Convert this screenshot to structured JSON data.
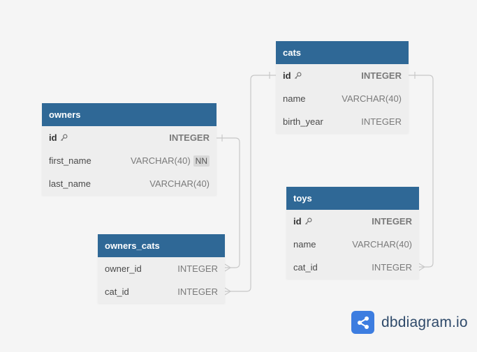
{
  "tables": [
    {
      "name": "cats",
      "fields": [
        {
          "name": "id",
          "type": "INTEGER",
          "pk": true
        },
        {
          "name": "name",
          "type": "VARCHAR(40)"
        },
        {
          "name": "birth_year",
          "type": "INTEGER"
        }
      ]
    },
    {
      "name": "owners",
      "fields": [
        {
          "name": "id",
          "type": "INTEGER",
          "pk": true
        },
        {
          "name": "first_name",
          "type": "VARCHAR(40)",
          "badge": "NN"
        },
        {
          "name": "last_name",
          "type": "VARCHAR(40)"
        }
      ]
    },
    {
      "name": "toys",
      "fields": [
        {
          "name": "id",
          "type": "INTEGER",
          "pk": true
        },
        {
          "name": "name",
          "type": "VARCHAR(40)"
        },
        {
          "name": "cat_id",
          "type": "INTEGER"
        }
      ]
    },
    {
      "name": "owners_cats",
      "fields": [
        {
          "name": "owner_id",
          "type": "INTEGER"
        },
        {
          "name": "cat_id",
          "type": "INTEGER"
        }
      ]
    }
  ],
  "relationships": [
    {
      "from": "owners.id",
      "to": "owners_cats.owner_id"
    },
    {
      "from": "cats.id",
      "to": "owners_cats.cat_id"
    },
    {
      "from": "cats.id",
      "to": "toys.cat_id"
    }
  ],
  "colors": {
    "header": "#2f6896",
    "body": "#eeeeee",
    "background": "#f5f5f5",
    "connector": "#c8c8c8",
    "logo": "#3d7de0"
  },
  "branding": {
    "text": "dbdiagram.io",
    "icon": "share-nodes-icon"
  }
}
